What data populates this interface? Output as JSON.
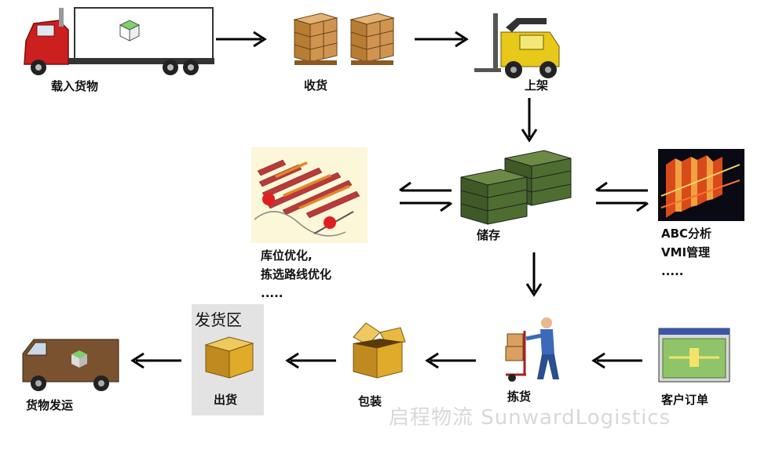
{
  "nodes": {
    "load": "载入货物",
    "receive": "收货",
    "shelve": "上架",
    "storage": "储存",
    "slotting_line1": "库位优化,",
    "slotting_line2": "拣选路线优化",
    "slotting_more": ".....",
    "abc_line1": "ABC分析",
    "abc_line2": "VMI管理",
    "abc_more": ".....",
    "picking": "拣货",
    "order": "客户订单",
    "packing": "包装",
    "ship_zone": "发货区",
    "ship_out": "出货",
    "delivery": "货物发运"
  },
  "watermark": "启程物流 SunwardLogistics",
  "colors": {
    "truck_red": "#cc1f1f",
    "box_tan": "#c98a3c",
    "forklift_yellow": "#e8c818",
    "pallet_green": "#3f5a26",
    "box_gold": "#e0aa2a",
    "van_brown": "#7a5230",
    "arrow": "#000000"
  }
}
